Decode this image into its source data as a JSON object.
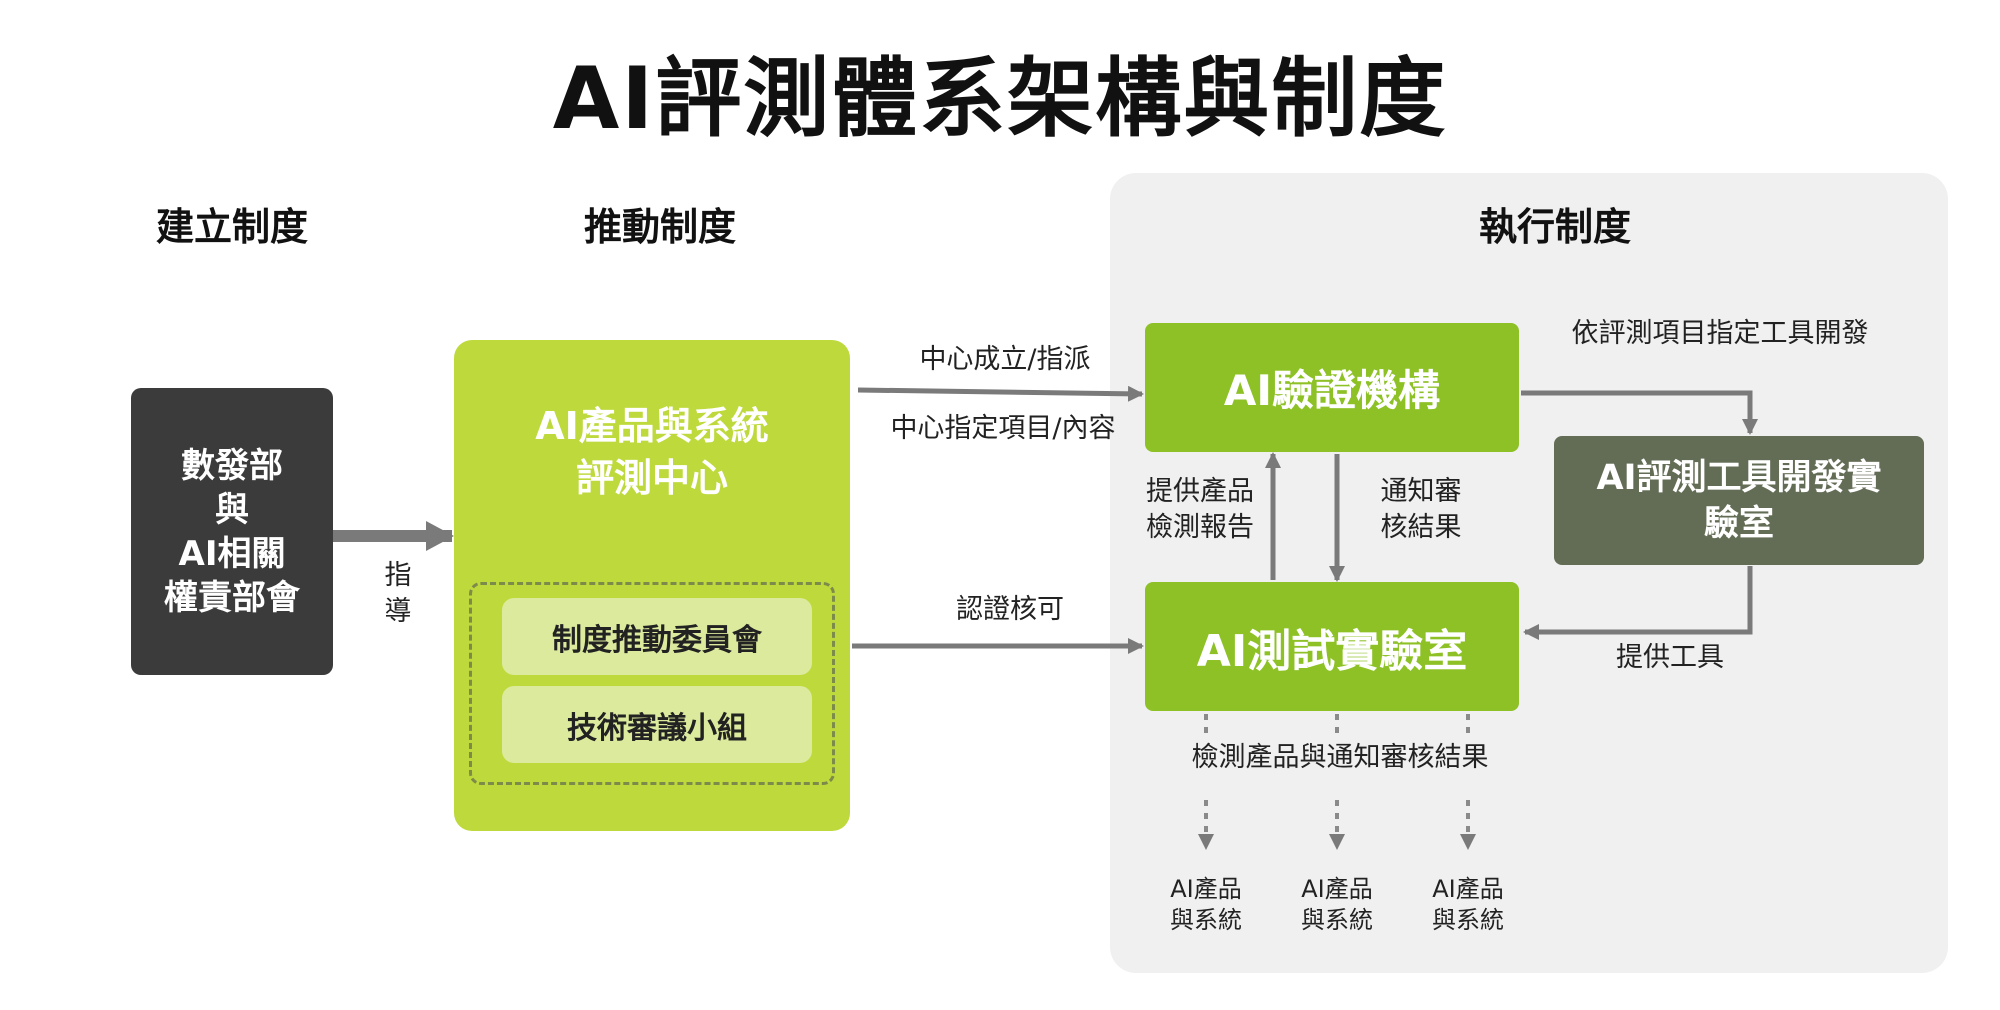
{
  "title": "AI評測體系架構與制度",
  "columns": {
    "build": "建立制度",
    "promote": "推動制度",
    "execute": "執行制度"
  },
  "gov_box": {
    "line1": "數發部",
    "line2": "與",
    "line3": "AI相關",
    "line4": "權責部會"
  },
  "guide_label": {
    "line1": "指",
    "line2": "導"
  },
  "center_box": {
    "line1": "AI產品與系統",
    "line2": "評測中心",
    "committee": "制度推動委員會",
    "review_group": "技術審議小組"
  },
  "links": {
    "establish": "中心成立/指派",
    "designate": "中心指定項目/內容",
    "certify": "認證核可",
    "dev_tools": "依評測項目指定工具開發",
    "provide_tools": "提供工具",
    "report_line1": "提供產品",
    "report_line2": "檢測報告",
    "notify_line1": "通知審",
    "notify_line2": "核結果",
    "test_notify": "檢測產品與通知審核結果"
  },
  "verify_org": "AI驗證機構",
  "test_lab": "AI測試實驗室",
  "tool_lab": {
    "line1": "AI評測工具開發實",
    "line2": "驗室"
  },
  "products": [
    {
      "line1": "AI產品",
      "line2": "與系統"
    },
    {
      "line1": "AI產品",
      "line2": "與系統"
    },
    {
      "line1": "AI產品",
      "line2": "與系統"
    }
  ]
}
